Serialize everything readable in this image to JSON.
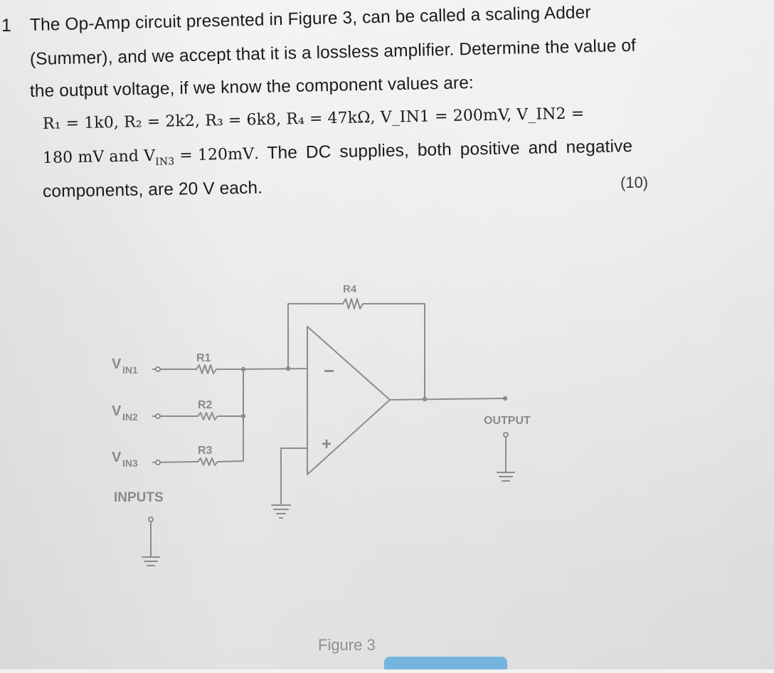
{
  "question": {
    "number": "1",
    "line1": "The Op-Amp circuit presented in Figure 3, can be called a scaling Adder",
    "line2": "(Summer), and we accept that it is a lossless amplifier. Determine the value of",
    "line3": "the output voltage, if we know the component values are:",
    "line4": "R₁ = 1k0, R₂ = 2k2, R₃ = 6k8, R₄ = 47kΩ, V_IN1 = 200mV, V_IN2 =",
    "line5_math_a": "180 mV and V",
    "line5_sub": "IN3",
    "line5_math_b": " = 120mV",
    "line5_text": ". The DC supplies, both positive and negative",
    "line6": "components, are 20 V each.",
    "marks": "(10)"
  },
  "figure": {
    "labels": {
      "r4": "R4",
      "r1": "R1",
      "r2": "R2",
      "r3": "R3",
      "vin1_main": "V",
      "vin1_sub": "IN1",
      "vin2_main": "V",
      "vin2_sub": "IN2",
      "vin3_main": "V",
      "vin3_sub": "IN3",
      "minus": "−",
      "plus": "+",
      "inputs": "INPUTS",
      "output": "OUTPUT"
    },
    "caption": "Figure 3",
    "wire_color": "#8c8c8e"
  }
}
